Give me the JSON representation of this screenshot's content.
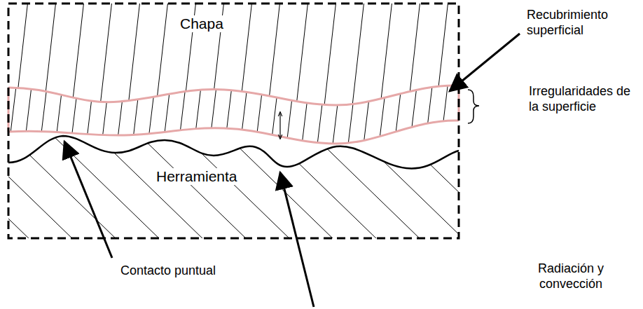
{
  "diagram": {
    "labels": [
      "Chapa",
      "Herramienta",
      "Recubrimiento superficial",
      "Irregularidades de la superficie",
      "Contacto puntual",
      "Radiación y convección"
    ]
  }
}
